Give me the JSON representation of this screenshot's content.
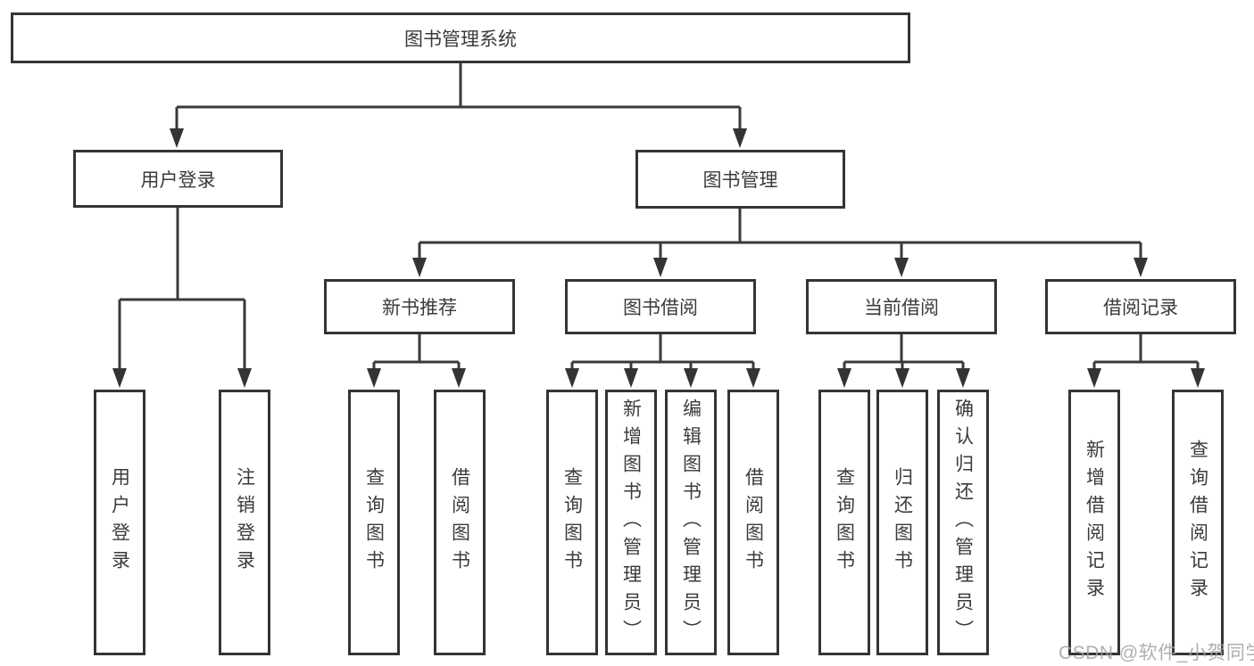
{
  "diagram": {
    "root": {
      "label": "图书管理系统"
    },
    "branches": {
      "user_login": {
        "label": "用户登录",
        "leaves": [
          {
            "label": "用户登录"
          },
          {
            "label": "注销登录"
          }
        ]
      },
      "book_management": {
        "label": "图书管理",
        "groups": {
          "new_book_recommend": {
            "label": "新书推荐",
            "leaves": [
              {
                "label": "查询图书"
              },
              {
                "label": "借阅图书"
              }
            ]
          },
          "book_borrow": {
            "label": "图书借阅",
            "leaves": [
              {
                "label": "查询图书"
              },
              {
                "label": "新增图书（管理员）"
              },
              {
                "label": "编辑图书（管理员）"
              },
              {
                "label": "借阅图书"
              }
            ]
          },
          "current_borrow": {
            "label": "当前借阅",
            "leaves": [
              {
                "label": "查询图书"
              },
              {
                "label": "归还图书"
              },
              {
                "label": "确认归还（管理员）"
              }
            ]
          },
          "borrow_records": {
            "label": "借阅记录",
            "leaves": [
              {
                "label": "新增借阅记录"
              },
              {
                "label": "查询借阅记录"
              }
            ]
          }
        }
      }
    }
  },
  "watermark": {
    "text": "CSDN @软件_小贺同学"
  },
  "colors": {
    "line": "#3a3a3a",
    "box_border": "#343436",
    "text": "#3b3b3f",
    "watermark": "#a2a2a4",
    "background": "#ffffff"
  }
}
